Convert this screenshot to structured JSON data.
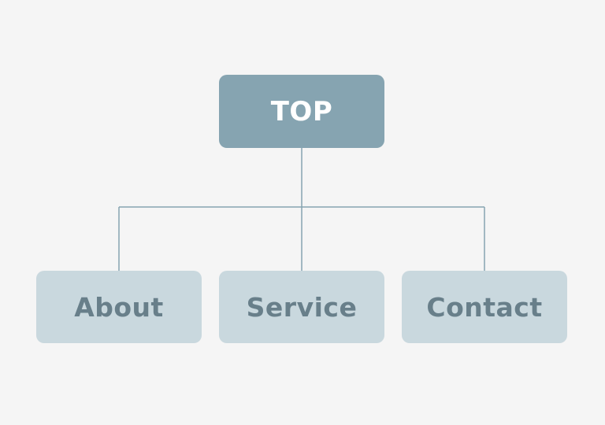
{
  "diagram": {
    "root": {
      "label": "TOP"
    },
    "children": [
      {
        "label": "About"
      },
      {
        "label": "Service"
      },
      {
        "label": "Contact"
      }
    ]
  },
  "colors": {
    "background": "#f5f5f5",
    "root_fill": "#86a4b1",
    "root_text": "#ffffff",
    "child_fill": "#c9d8de",
    "child_text": "#687f8a",
    "connector": "#86a4b1"
  }
}
